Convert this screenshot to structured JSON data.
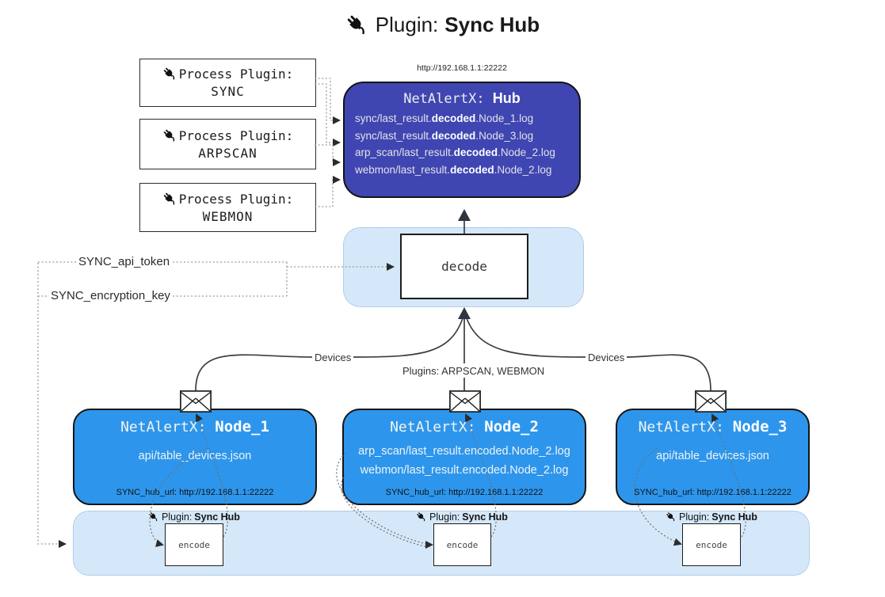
{
  "title": {
    "icon": "plug-icon",
    "prefix": "Plugin: ",
    "name": "Sync Hub"
  },
  "process_plugins": [
    {
      "label": "Process Plugin:",
      "name": "SYNC"
    },
    {
      "label": "Process Plugin:",
      "name": "ARPSCAN"
    },
    {
      "label": "Process Plugin:",
      "name": "WEBMON"
    }
  ],
  "hub": {
    "url": "http://192.168.1.1:22222",
    "title_prefix": "NetAlertX: ",
    "title_name": "Hub",
    "logs": [
      {
        "pre": "sync/last_result.",
        "bold": "decoded",
        "post": ".Node_1.log"
      },
      {
        "pre": "sync/last_result.",
        "bold": "decoded",
        "post": ".Node_3.log"
      },
      {
        "pre": "arp_scan/last_result.",
        "bold": "decoded",
        "post": ".Node_2.log"
      },
      {
        "pre": "webmon/last_result.",
        "bold": "decoded",
        "post": ".Node_2.log"
      }
    ]
  },
  "decode_label": "decode",
  "keys": {
    "api_token": "SYNC_api_token",
    "encryption_key": "SYNC_encryption_key"
  },
  "edges": {
    "devices_left": "Devices",
    "plugins_center": "Plugins: ARPSCAN, WEBMON",
    "devices_right": "Devices"
  },
  "nodes": [
    {
      "title_prefix": "NetAlertX: ",
      "title_name": "Node_1",
      "files": [
        "api/table_devices.json"
      ],
      "hub_url": "SYNC_hub_url: http://192.168.1.1:22222"
    },
    {
      "title_prefix": "NetAlertX: ",
      "title_name": "Node_2",
      "files": [
        "arp_scan/last_result.encoded.Node_2.log",
        "webmon/last_result.encoded.Node_2.log"
      ],
      "hub_url": "SYNC_hub_url: http://192.168.1.1:22222"
    },
    {
      "title_prefix": "NetAlertX: ",
      "title_name": "Node_3",
      "files": [
        "api/table_devices.json"
      ],
      "hub_url": "SYNC_hub_url: http://192.168.1.1:22222"
    }
  ],
  "encode_region": {
    "plugin_prefix": "Plugin: ",
    "plugin_name": "Sync Hub",
    "encode_label": "encode",
    "icon": "plug-icon",
    "mail_icon": "envelope-icon"
  },
  "colors": {
    "hub_fill": "#3f46b2",
    "node_fill": "#2d96ec",
    "panel_fill": "#d5e8fa",
    "panel_border": "#8fb0d4",
    "line": "#3d3d3d",
    "text_on_blue": "#ffffff"
  }
}
